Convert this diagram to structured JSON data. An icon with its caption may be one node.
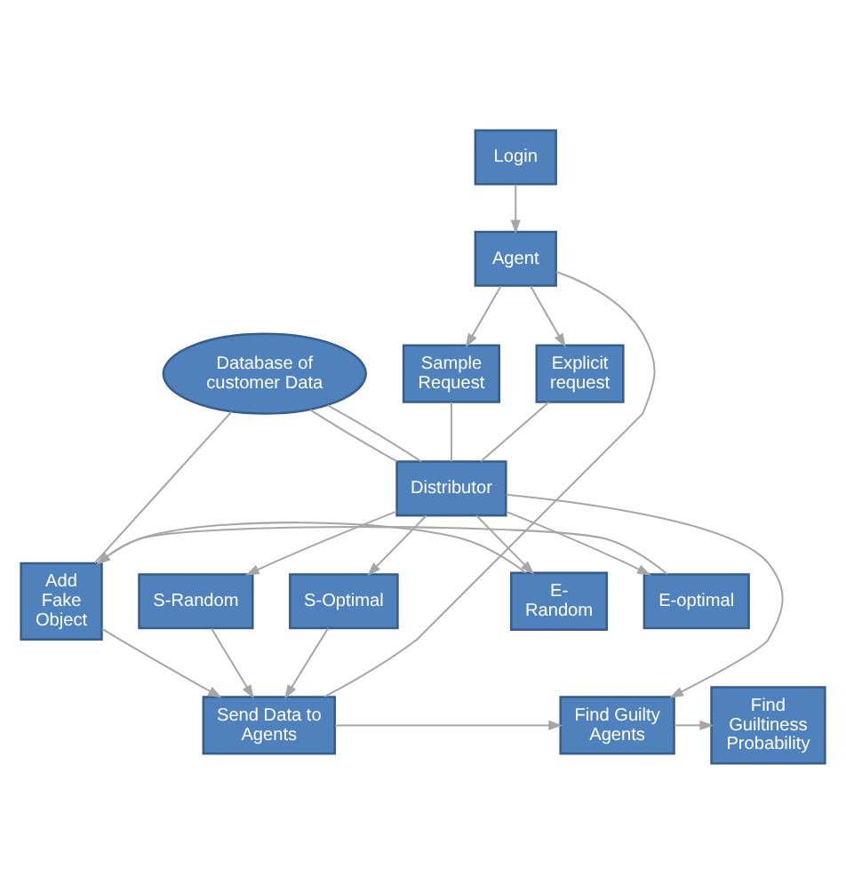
{
  "diagram": {
    "nodes": [
      {
        "text": [
          "Database of customer Data"
        ]
      },
      {
        "text": [
          "Agent"
        ]
      },
      {
        "text": [
          "Explicit request"
        ]
      },
      {
        "text": [
          "Distributor"
        ]
      },
      {
        "text": [
          "E- Random"
        ]
      },
      {
        "text": [
          "Add Fake Object"
        ]
      },
      {
        "text": [
          "E-optimal"
        ]
      },
      {
        "text": [
          "Sample Request"
        ]
      },
      {
        "text": [
          "S-Optimal"
        ]
      },
      {
        "text": [
          "S-Random"
        ]
      },
      {
        "text": [
          "Login"
        ]
      },
      {
        "text": [
          "Send Data to Agents"
        ]
      },
      {
        "text": [
          "Find Guiltiness Probability"
        ]
      },
      {
        "text": [
          "Find Guilty Agents"
        ]
      }
    ],
    "edges": [
      {
        "from": 10,
        "to": 1,
        "arrow": "to"
      },
      {
        "from": 1,
        "to": 2,
        "arrow": "to"
      },
      {
        "from": 1,
        "to": 7,
        "arrow": "to"
      },
      {
        "from": 2,
        "to": 3,
        "arrow": "none"
      },
      {
        "from": 7,
        "to": 3,
        "arrow": "none"
      },
      {
        "from": 0,
        "to": 3,
        "arrow": "none"
      },
      {
        "from": 0,
        "to": 3,
        "arrow": "none"
      },
      {
        "from": 0,
        "to": 5,
        "arrow": "none"
      },
      {
        "from": 3,
        "to": 4,
        "arrow": "to"
      },
      {
        "from": 3,
        "to": 6,
        "arrow": "to"
      },
      {
        "from": 3,
        "to": 8,
        "arrow": "to"
      },
      {
        "from": 3,
        "to": 9,
        "arrow": "to"
      },
      {
        "from": 4,
        "to": 5,
        "arrow": "to"
      },
      {
        "from": 6,
        "to": 5,
        "arrow": "to"
      },
      {
        "from": 5,
        "to": 11,
        "arrow": "to"
      },
      {
        "from": 8,
        "to": 11,
        "arrow": "to"
      },
      {
        "from": 9,
        "to": 11,
        "arrow": "to"
      },
      {
        "from": 11,
        "to": 1,
        "arrow": "none"
      },
      {
        "from": 3,
        "to": 13,
        "arrow": "to"
      },
      {
        "from": 11,
        "to": 13,
        "arrow": "to"
      },
      {
        "from": 13,
        "to": 12,
        "arrow": "to"
      }
    ]
  }
}
